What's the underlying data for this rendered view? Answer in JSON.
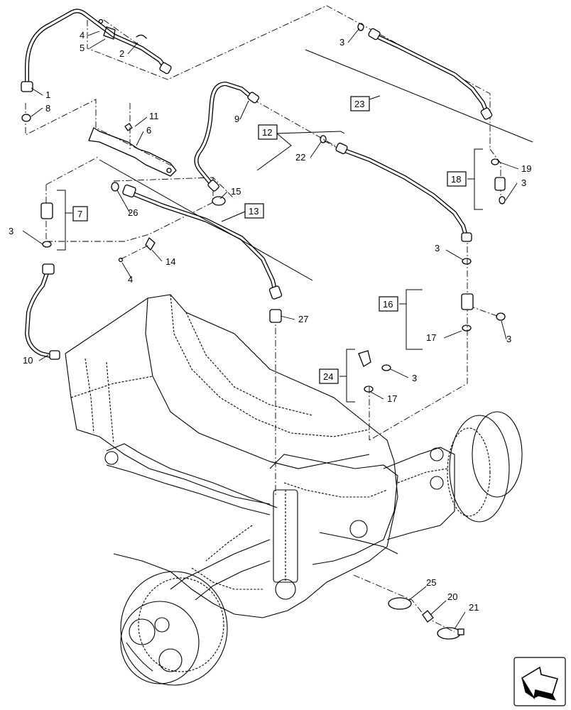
{
  "callouts": {
    "c1": "1",
    "c2": "2",
    "c3a": "3",
    "c3b": "3",
    "c3c": "3",
    "c3d": "3",
    "c3e": "3",
    "c3f": "3",
    "c4a": "4",
    "c4b": "4",
    "c5": "5",
    "c6": "6",
    "c8": "8",
    "c9": "9",
    "c10": "10",
    "c11": "11",
    "c14": "14",
    "c15": "15",
    "c17a": "17",
    "c17b": "17",
    "c19": "19",
    "c20": "20",
    "c21": "21",
    "c22": "22",
    "c25": "25",
    "c26": "26",
    "c27": "27"
  },
  "boxed_callouts": {
    "b7": "7",
    "b12": "12",
    "b13": "13",
    "b16": "16",
    "b18": "18",
    "b23": "23",
    "b24": "24"
  },
  "nav_icon": "navigation-arrow-icon"
}
